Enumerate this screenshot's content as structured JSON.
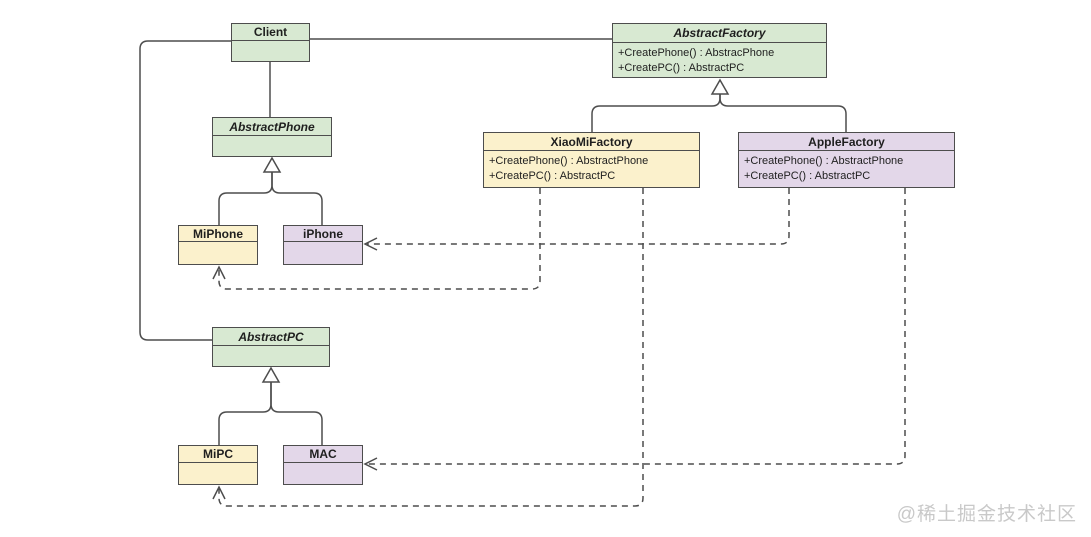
{
  "diagram_type": "uml-class-diagram",
  "pattern": "Abstract Factory",
  "watermark": "@稀土掘金技术社区",
  "colors": {
    "green_fill": "#d8e9d2",
    "yellow_fill": "#fbf1cc",
    "purple_fill": "#e3d7e9",
    "border": "#4d4d4d",
    "line": "#4d4d4d",
    "text": "#1f1f1f",
    "watermark": "#c9c9c9",
    "background": "#ffffff"
  },
  "classes": {
    "client": {
      "name": "Client",
      "abstract": false,
      "methods": []
    },
    "abstract_factory": {
      "name": "AbstractFactory",
      "abstract": true,
      "methods": [
        "+CreatePhone() : AbstracPhone",
        "+CreatePC() : AbstractPC"
      ]
    },
    "abstract_phone": {
      "name": "AbstractPhone",
      "abstract": true,
      "methods": []
    },
    "xiaomi_factory": {
      "name": "XiaoMiFactory",
      "abstract": false,
      "methods": [
        "+CreatePhone() : AbstractPhone",
        "+CreatePC() : AbstractPC"
      ]
    },
    "apple_factory": {
      "name": "AppleFactory",
      "abstract": false,
      "methods": [
        "+CreatePhone() : AbstractPhone",
        "+CreatePC() : AbstractPC"
      ]
    },
    "mi_phone": {
      "name": "MiPhone",
      "abstract": false,
      "methods": []
    },
    "iphone": {
      "name": "iPhone",
      "abstract": false,
      "methods": []
    },
    "abstract_pc": {
      "name": "AbstractPC",
      "abstract": true,
      "methods": []
    },
    "mi_pc": {
      "name": "MiPC",
      "abstract": false,
      "methods": []
    },
    "mac": {
      "name": "MAC",
      "abstract": false,
      "methods": []
    }
  },
  "relationships": [
    {
      "from": "Client",
      "to": "AbstractFactory",
      "type": "association",
      "style": "solid"
    },
    {
      "from": "Client",
      "to": "AbstractPhone",
      "type": "association",
      "style": "solid"
    },
    {
      "from": "Client",
      "to": "AbstractPC",
      "type": "association",
      "style": "solid"
    },
    {
      "from": "XiaoMiFactory",
      "to": "AbstractFactory",
      "type": "generalization",
      "style": "solid-hollow-triangle"
    },
    {
      "from": "AppleFactory",
      "to": "AbstractFactory",
      "type": "generalization",
      "style": "solid-hollow-triangle"
    },
    {
      "from": "MiPhone",
      "to": "AbstractPhone",
      "type": "generalization",
      "style": "solid-hollow-triangle"
    },
    {
      "from": "iPhone",
      "to": "AbstractPhone",
      "type": "generalization",
      "style": "solid-hollow-triangle"
    },
    {
      "from": "MiPC",
      "to": "AbstractPC",
      "type": "generalization",
      "style": "solid-hollow-triangle"
    },
    {
      "from": "MAC",
      "to": "AbstractPC",
      "type": "generalization",
      "style": "solid-hollow-triangle"
    },
    {
      "from": "XiaoMiFactory",
      "to": "MiPhone",
      "type": "dependency-create",
      "style": "dashed-open-arrow"
    },
    {
      "from": "XiaoMiFactory",
      "to": "MiPC",
      "type": "dependency-create",
      "style": "dashed-open-arrow"
    },
    {
      "from": "AppleFactory",
      "to": "iPhone",
      "type": "dependency-create",
      "style": "dashed-open-arrow"
    },
    {
      "from": "AppleFactory",
      "to": "MAC",
      "type": "dependency-create",
      "style": "dashed-open-arrow"
    }
  ]
}
